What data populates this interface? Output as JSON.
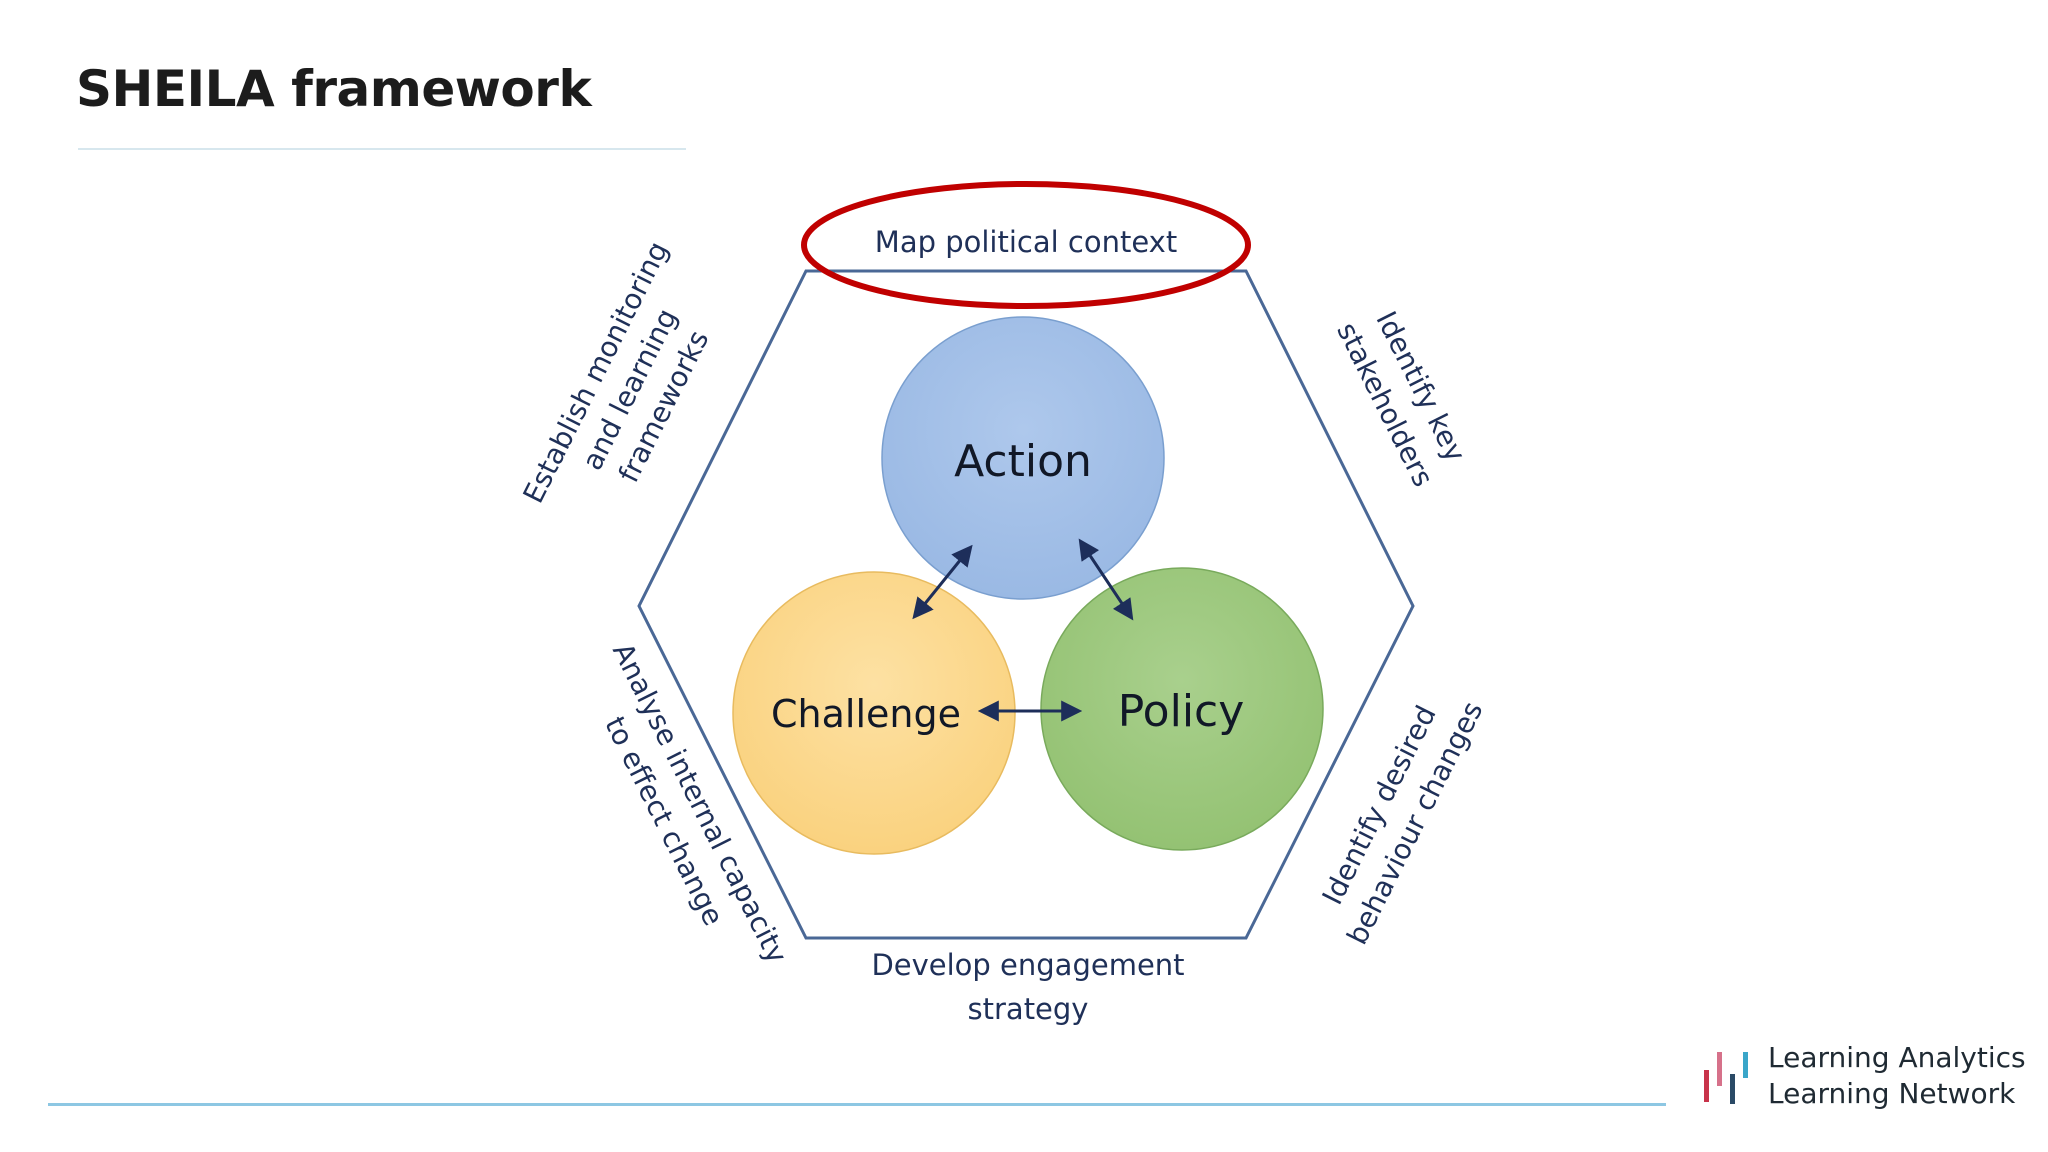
{
  "slide": {
    "title": "SHEILA framework"
  },
  "diagram": {
    "core": {
      "action": "Action",
      "challenge": "Challenge",
      "policy": "Policy"
    },
    "steps": {
      "top": "Map political context",
      "top_right": [
        "Identify key",
        "stakeholders"
      ],
      "bottom_right": [
        "Identify desired",
        "behaviour changes"
      ],
      "bottom": [
        "Develop engagement",
        "strategy"
      ],
      "bottom_left": [
        "Analyse internal capacity",
        "to effect change"
      ],
      "top_left": [
        "Establish monitoring",
        "and learning",
        "frameworks"
      ]
    },
    "colors": {
      "action_fill": "#9ab9e4",
      "challenge_fill": "#fad27f",
      "policy_fill": "#94c273",
      "hexagon_stroke": "#4a6896",
      "highlight_ellipse": "#c00000",
      "arrows": "#1d2e5a"
    }
  },
  "logo": {
    "line1": "Learning Analytics",
    "line2": "Learning Network",
    "bar_colors": [
      "#c8334a",
      "#d6718a",
      "#2a4a66",
      "#3aa6c9"
    ]
  }
}
